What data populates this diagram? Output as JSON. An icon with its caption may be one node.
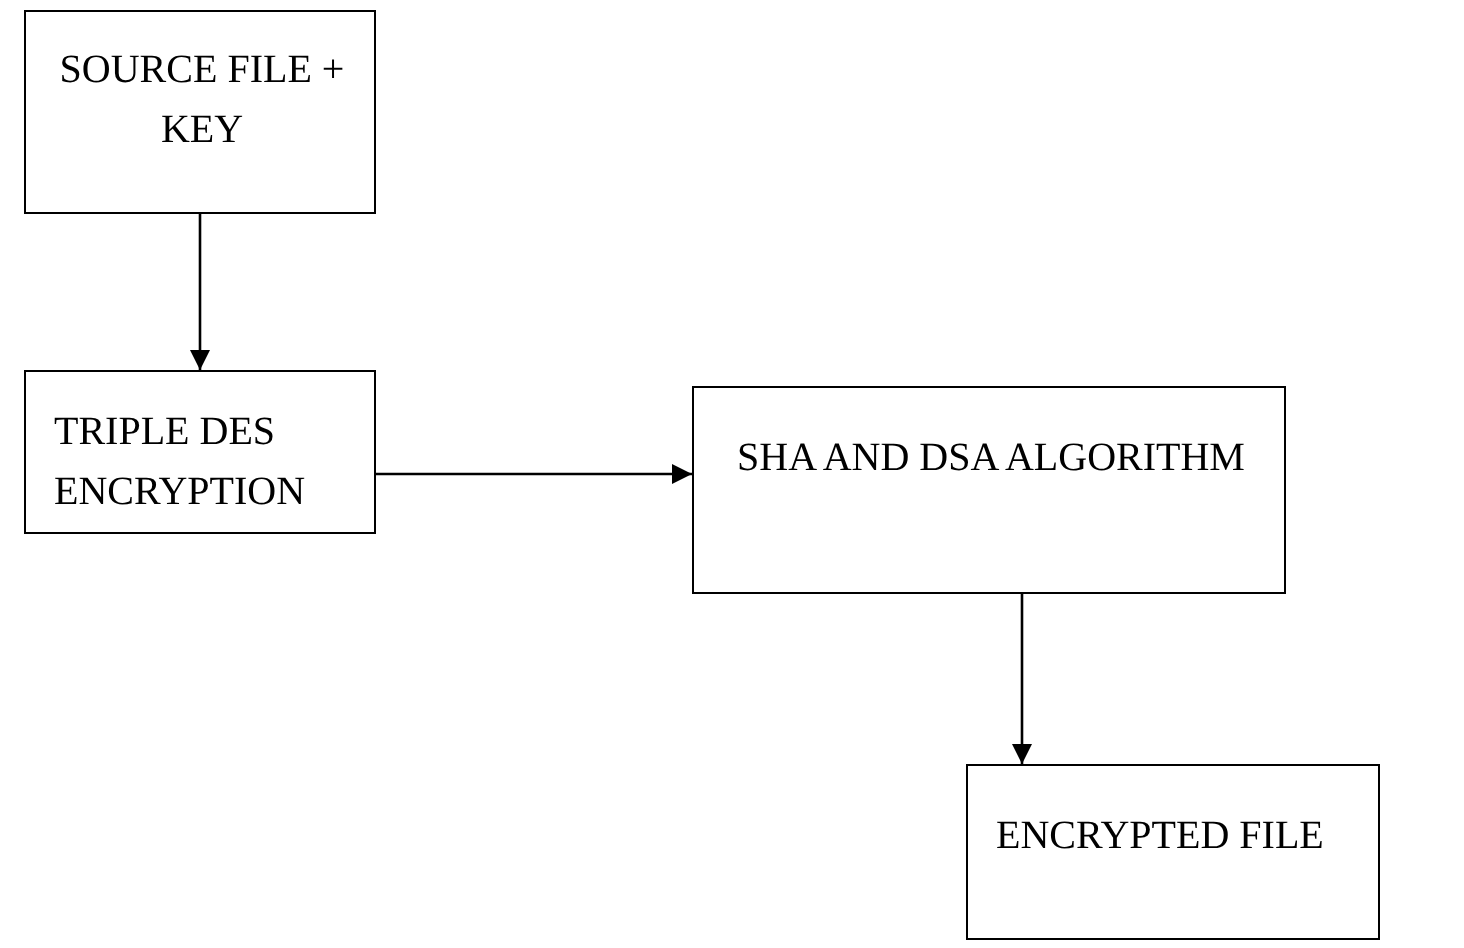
{
  "diagram": {
    "nodes": [
      {
        "text": [
          "SOURCE FILE + KEY"
        ]
      },
      {
        "text": [
          "TRIPLE DES ENCRYPTION"
        ]
      },
      {
        "text": [
          "SHA AND DSA ALGORITHM"
        ]
      },
      {
        "text": [
          "ENCRYPTED FILE"
        ]
      }
    ],
    "edges": [
      {
        "from": 0,
        "to": 1,
        "arrow": "to"
      },
      {
        "from": 1,
        "to": 2,
        "arrow": "to"
      },
      {
        "from": 2,
        "to": 3,
        "arrow": "to"
      }
    ]
  }
}
